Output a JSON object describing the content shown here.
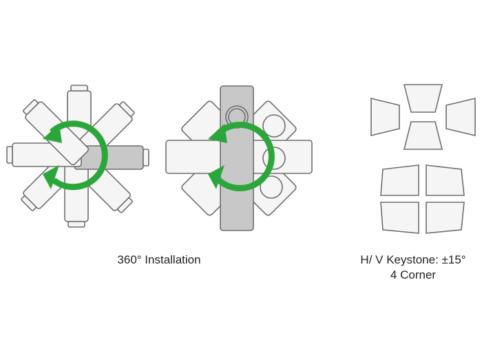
{
  "captions": {
    "installation": "360° Installation",
    "keystone_line1": "H/ V Keystone: ±15°",
    "keystone_line2": "4 Corner"
  },
  "colors": {
    "arrow": "#2ba63a",
    "body": "#f4f5f4",
    "outline": "#6e6e6e",
    "highlight": "#c8c8c8"
  }
}
